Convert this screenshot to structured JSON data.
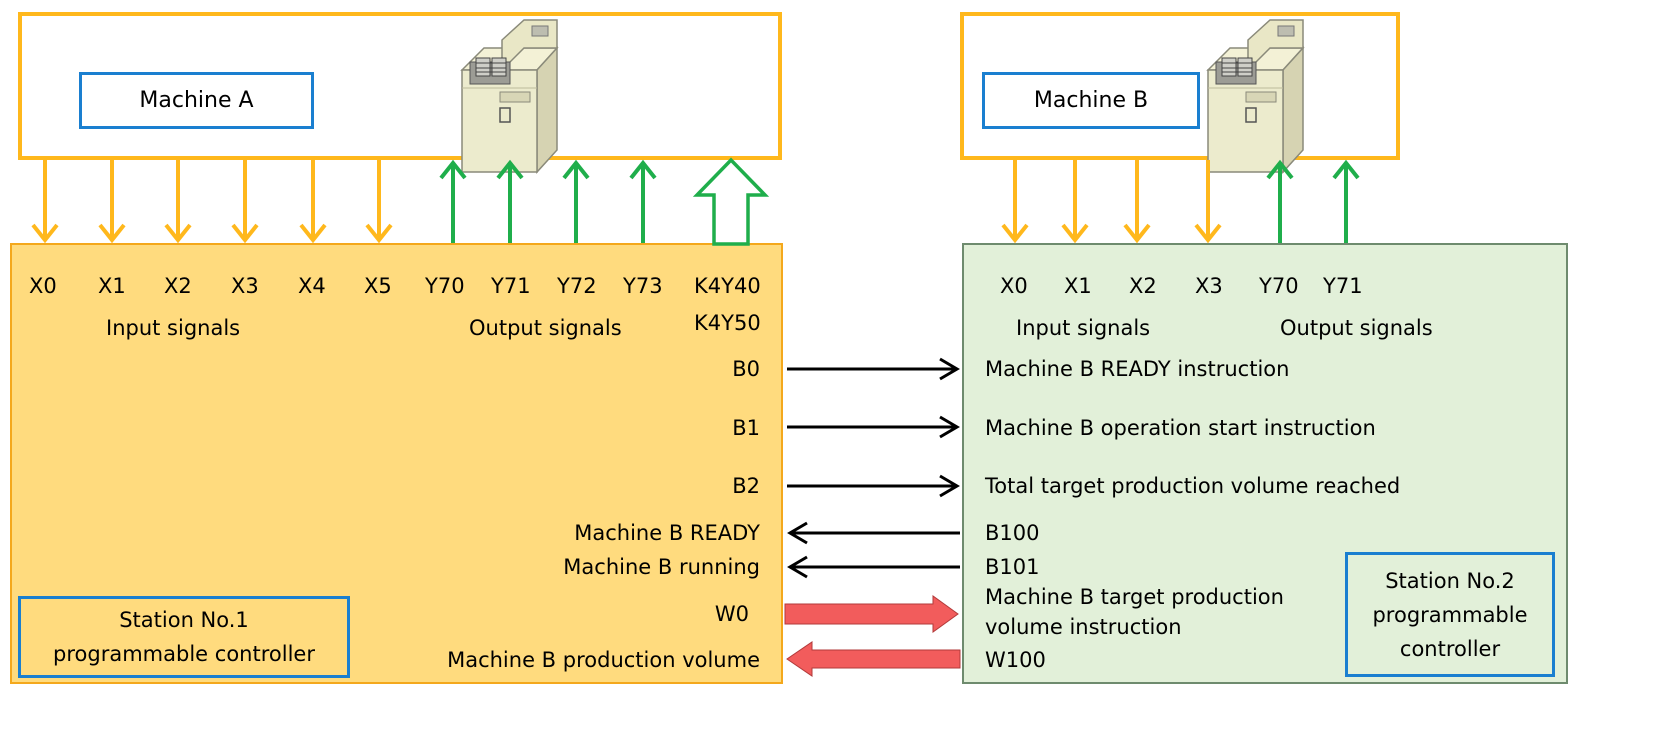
{
  "colors": {
    "machine_border": "#FFB81C",
    "plc1_fill": "#FFDB7E",
    "plc1_border": "#F4A81C",
    "plc2_fill": "#E2F0D9",
    "plc2_border": "#6E8B6E",
    "input_arrow": "#FFB81C",
    "output_arrow": "#1FAE4B",
    "data_arrow": "#F25C5C",
    "label_border": "#1A7FD0"
  },
  "machine_a": {
    "label": "Machine A",
    "icon": "machine-icon"
  },
  "machine_b": {
    "label": "Machine B",
    "icon": "machine-icon"
  },
  "plc1": {
    "inputs": [
      "X0",
      "X1",
      "X2",
      "X3",
      "X4",
      "X5"
    ],
    "outputs": [
      "Y70",
      "Y71",
      "Y72",
      "Y73"
    ],
    "word_output_1": "K4Y40",
    "word_output_2": "K4Y50",
    "input_caption": "Input signals",
    "output_caption": "Output signals",
    "send_bits": [
      "B0",
      "B1",
      "B2"
    ],
    "recv_bit_labels": [
      "Machine B READY",
      "Machine B running"
    ],
    "send_word": "W0",
    "recv_word_label": "Machine B production volume",
    "station_line1": "Station No.1",
    "station_line2": "programmable controller"
  },
  "plc2": {
    "inputs": [
      "X0",
      "X1",
      "X2",
      "X3"
    ],
    "outputs": [
      "Y70",
      "Y71"
    ],
    "input_caption": "Input signals",
    "output_caption": "Output signals",
    "recv_bit_labels": [
      "Machine B READY instruction",
      "Machine B operation start instruction",
      "Total target production volume reached"
    ],
    "send_bits": [
      "B100",
      "B101"
    ],
    "recv_word_line1": "Machine B target production",
    "recv_word_line2": "volume instruction",
    "send_word": "W100",
    "station_line1": "Station No.2",
    "station_line2": "programmable",
    "station_line3": "controller"
  }
}
